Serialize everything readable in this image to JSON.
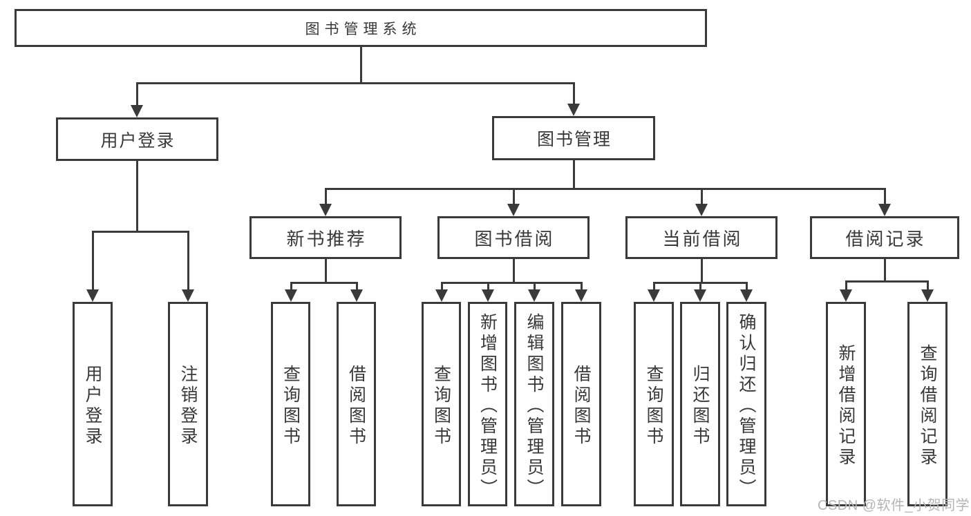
{
  "diagram": {
    "root": {
      "label": "图书管理系统"
    },
    "level2": [
      {
        "label": "用户登录",
        "parent": "图书管理系统"
      },
      {
        "label": "图书管理",
        "parent": "图书管理系统"
      }
    ],
    "level3": [
      {
        "label": "新书推荐",
        "parent": "图书管理"
      },
      {
        "label": "图书借阅",
        "parent": "图书管理"
      },
      {
        "label": "当前借阅",
        "parent": "图书管理"
      },
      {
        "label": "借阅记录",
        "parent": "图书管理"
      }
    ],
    "leaves": [
      {
        "label": "用户登录",
        "parent": "用户登录"
      },
      {
        "label": "注销登录",
        "parent": "用户登录"
      },
      {
        "label": "查询图书",
        "parent": "新书推荐"
      },
      {
        "label": "借阅图书",
        "parent": "新书推荐"
      },
      {
        "label": "查询图书",
        "parent": "图书借阅"
      },
      {
        "label": "新增图书（管理员）",
        "parent": "图书借阅"
      },
      {
        "label": "编辑图书（管理员）",
        "parent": "图书借阅"
      },
      {
        "label": "借阅图书",
        "parent": "图书借阅"
      },
      {
        "label": "查询图书",
        "parent": "当前借阅"
      },
      {
        "label": "归还图书",
        "parent": "当前借阅"
      },
      {
        "label": "确认归还（管理员）",
        "parent": "当前借阅"
      },
      {
        "label": "新增借阅记录",
        "parent": "借阅记录"
      },
      {
        "label": "查询借阅记录",
        "parent": "借阅记录"
      }
    ],
    "watermark": "CSDN @软件_小贺同学",
    "colors": {
      "line": "#3a3a3a",
      "text": "#383838",
      "watermark": "#b5b5b5",
      "background": "#ffffff"
    }
  }
}
